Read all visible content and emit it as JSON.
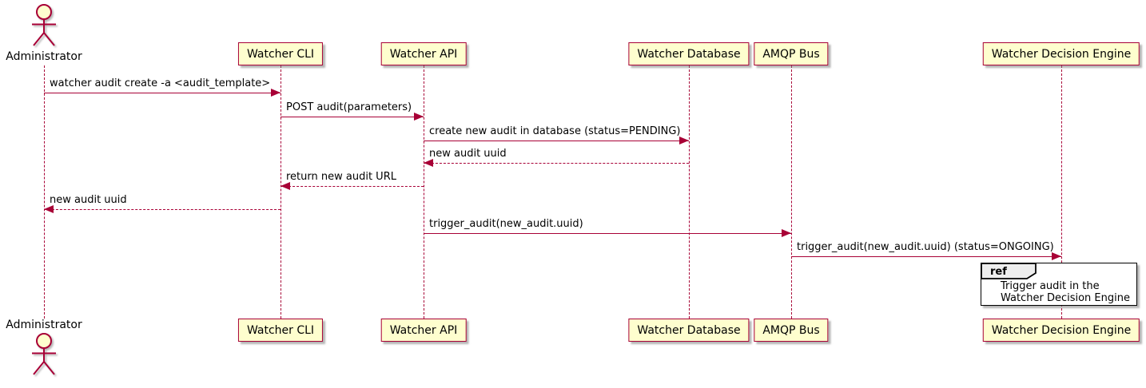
{
  "diagram_type": "sequence",
  "participants": [
    {
      "label": "Administrator",
      "kind": "actor"
    },
    {
      "label": "Watcher CLI",
      "kind": "participant"
    },
    {
      "label": "Watcher API",
      "kind": "participant"
    },
    {
      "label": "Watcher Database",
      "kind": "participant"
    },
    {
      "label": "AMQP Bus",
      "kind": "participant"
    },
    {
      "label": "Watcher Decision Engine",
      "kind": "participant"
    }
  ],
  "messages": [
    {
      "text": "watcher audit create -a <audit_template>",
      "from": 0,
      "to": 1,
      "line": "solid"
    },
    {
      "text": "POST audit(parameters)",
      "from": 1,
      "to": 2,
      "line": "solid"
    },
    {
      "text": "create new audit in database (status=PENDING)",
      "from": 2,
      "to": 3,
      "line": "solid"
    },
    {
      "text": "new audit uuid",
      "from": 3,
      "to": 2,
      "line": "dashed"
    },
    {
      "text": "return new audit URL",
      "from": 2,
      "to": 1,
      "line": "dashed"
    },
    {
      "text": "new audit uuid",
      "from": 1,
      "to": 0,
      "line": "dashed"
    },
    {
      "text": "trigger_audit(new_audit.uuid)",
      "from": 2,
      "to": 4,
      "line": "solid"
    },
    {
      "text": "trigger_audit(new_audit.uuid) (status=ONGOING)",
      "from": 4,
      "to": 5,
      "line": "solid"
    }
  ],
  "ref_fragment": {
    "keyword": "ref",
    "lines": [
      "Trigger audit in the",
      "Watcher Decision Engine"
    ]
  },
  "colors": {
    "participant_fill": "#FEFECE",
    "participant_border": "#A80036",
    "arrow": "#A80036",
    "lifeline": "#A80036",
    "text": "#000000",
    "ref_border": "#000000",
    "ref_title_fill": "#EEEEEE",
    "ref_fill": "#FFFFFF",
    "background": "#FFFFFF"
  }
}
